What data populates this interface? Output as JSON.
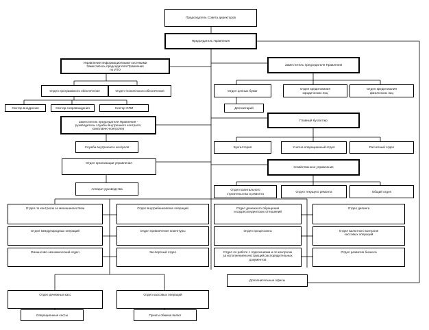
{
  "boxes": {
    "chairman_board": "Председатель Совета директоров",
    "chairman_management": "Председатель Правления",
    "deputy_it": "Управление информационными системами\nЗаместитель председателя Правления\nпо ИТО",
    "dept_software": "Отдел программного обеспечения",
    "dept_hardware": "Отдел технического обеспечения",
    "sector_dev": "Сектор внедрения",
    "sector_support": "Сектор сопровождения",
    "sector_ops": "Сектор ОПИ",
    "deputy_control": "Заместитель председателя Правления -\nруководитель службы внутреннего контроля,\nкомплаенс-контролер",
    "internal_control": "Служба внутреннего контроля",
    "dept_org_mgmt": "Отдел организации управления",
    "apparatus": "Аппарат руководства",
    "deputy_chairman": "Заместитель председателя Правления",
    "dept_securities": "Отдел ценных бумаг",
    "dept_credit_legal": "Отдел кредитования\nюридических лиц",
    "dept_credit_phys": "Отдел кредитования\nфизических лиц",
    "depository": "Депозитарий",
    "chief_accountant": "Главный бухгалтер",
    "accounting": "Бухгалтерия",
    "dept_accounting_ops": "Учетно-операционный отдел",
    "dept_settlement": "Расчетный отдел",
    "admin_mgmt": "Хозяйственное управление",
    "dept_capital_repair": "Отдел капитального\nстроительства и ремонта",
    "dept_current_repair": "Отдел текущего ремонта",
    "general_dept": "Общий отдел",
    "dept_money_laundering": "Отдел по контролю за мошенничеством",
    "dept_foreign_exchange": "Отдел внутрибанковских операций",
    "dept_cash_circulation": "Отдел денежного обращения\nи корреспондентских отношений",
    "dept_dealing": "Отдел дилинга",
    "dept_international": "Отдел международных операций",
    "dept_attract_clients": "Отдел привлечения клиентуры",
    "dept_processing": "Отдел процессинга",
    "dept_cash_operations": "Отдел валютного контроля\nкассовых операций",
    "dept_financial_economic": "Финансово-экономический отдел",
    "expert_dept": "Экспертный отдел",
    "dept_correspondent": "Отдел по работе с отделениями и по контролю\nза исполнением инструкций распорядительных документов",
    "dept_business_dev": "Отдел развития бизнеса",
    "additional_offices": "Дополнительные офисы",
    "dept_cash_desks": "Отдел денежных касс",
    "dept_cash_ops": "Отдел кассовых операций",
    "operational_desks": "Операционные кассы",
    "exchange_points": "Пункты обмена валют"
  },
  "colors": {
    "line": "#000000",
    "box_fill": "#ffffff",
    "text": "#111111"
  }
}
